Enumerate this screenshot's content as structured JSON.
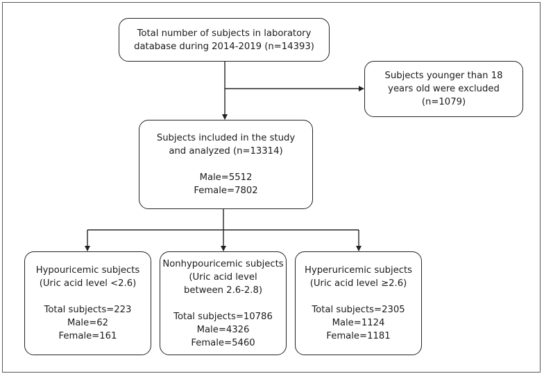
{
  "boxes": {
    "total": {
      "lines": [
        "Total number of subjects in laboratory",
        "database during 2014-2019 (n=14393)"
      ]
    },
    "excluded": {
      "lines": [
        "Subjects younger than 18",
        "years old were excluded",
        "(n=1079)"
      ]
    },
    "included": {
      "lines": [
        "Subjects included in the study",
        "and analyzed (n=13314)"
      ],
      "stats": [
        "Male=5512",
        "Female=7802"
      ]
    },
    "hypo": {
      "lines": [
        "Hypouricemic subjects",
        "(Uric acid level <2.6)"
      ],
      "stats": [
        "Total subjects=223",
        "Male=62",
        "Female=161"
      ]
    },
    "nonhypo": {
      "lines": [
        "Nonhypouricemic subjects",
        "(Uric acid level",
        "between 2.6-2.8)"
      ],
      "stats": [
        "Total subjects=10786",
        "Male=4326",
        "Female=5460"
      ]
    },
    "hyper": {
      "lines": [
        "Hyperuricemic subjects",
        "(Uric acid level ≥2.6)"
      ],
      "stats": [
        "Total subjects=2305",
        "Male=1124",
        "Female=1181"
      ]
    }
  },
  "colors": {
    "border": "#222222",
    "frame": "#555555",
    "text": "#1a1a1a"
  }
}
